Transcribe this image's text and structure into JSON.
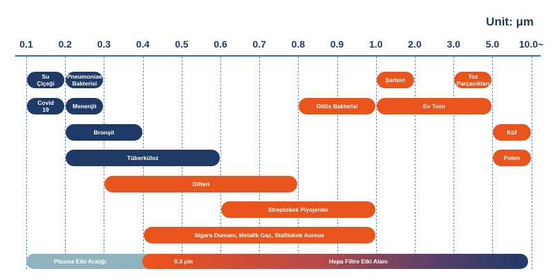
{
  "unit_label": "Unit: μm",
  "ticks": [
    "0.1",
    "0.2",
    "0.3",
    "0.4",
    "0.5",
    "0.6",
    "0.7",
    "0.8",
    "0.9",
    "1.0",
    "2.0",
    "3.0",
    "5.0",
    "10.0~"
  ],
  "bars": [
    {
      "label": "Su\nÇiçeği",
      "start": 0,
      "end": 1,
      "color": "navy"
    },
    {
      "label": "Pneumoniae\nBakterisi",
      "start": 1,
      "end": 2,
      "color": "navy"
    },
    {
      "label": "Şarbon",
      "start": 9,
      "end": 10,
      "color": "orange"
    },
    {
      "label": "Toz\nParçacıkları",
      "start": 11,
      "end": 12,
      "color": "orange"
    },
    {
      "label": "Covid\n19",
      "start": 0,
      "end": 1,
      "color": "navy"
    },
    {
      "label": "Menenjit",
      "start": 1,
      "end": 2,
      "color": "navy"
    },
    {
      "label": "Otitis Bakterisi",
      "start": 7,
      "end": 9,
      "color": "orange"
    },
    {
      "label": "Ev Tozu",
      "start": 9,
      "end": 12,
      "color": "orange"
    },
    {
      "label": "Bronşit",
      "start": 1,
      "end": 3,
      "color": "navy"
    },
    {
      "label": "Küf",
      "start": 12,
      "end": 13,
      "color": "orange"
    },
    {
      "label": "Tüberküloz",
      "start": 1,
      "end": 5,
      "color": "navy"
    },
    {
      "label": "Polen",
      "start": 12,
      "end": 13,
      "color": "orange"
    },
    {
      "label": "Difteri",
      "start": 2,
      "end": 7,
      "color": "orange"
    },
    {
      "label": "Streptokok Piyojenler",
      "start": 5,
      "end": 9,
      "color": "orange"
    },
    {
      "label": "Sigara Dumanı, Metalik Gaz, Stafilokok Aureus",
      "start": 3,
      "end": 9,
      "color": "orange"
    }
  ],
  "range_bar": {
    "plasma_label": "Plazma Etki Aralığı",
    "threshold_label": "0.3 μm",
    "hepa_label": "Hepa Filtre Etki Alanı"
  }
}
